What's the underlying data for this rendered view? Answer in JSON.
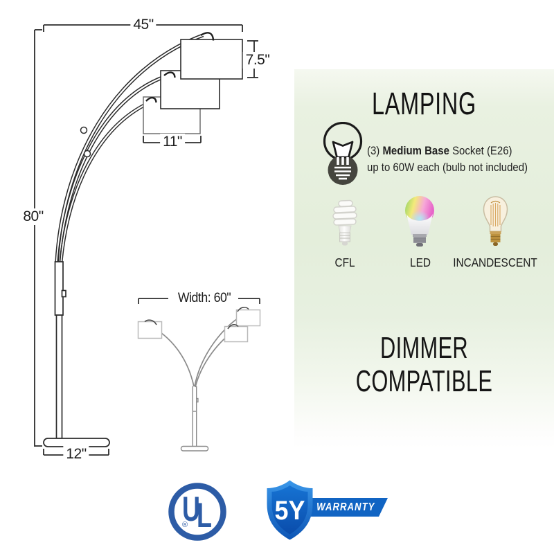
{
  "diagram": {
    "dim_top_width": "45\"",
    "dim_shade_height": "7.5\"",
    "dim_shade_width": "11\"",
    "dim_height": "80\"",
    "dim_base_width": "12\"",
    "small_view_width": "Width: 60\""
  },
  "lamping": {
    "title": "LAMPING",
    "socket_line1_prefix": "(3)",
    "socket_line1_bold": "Medium Base",
    "socket_line1_suffix": "Socket (E26)",
    "socket_line2": "up to 60W each (bulb not included)",
    "bulb_types": [
      {
        "label": "CFL"
      },
      {
        "label": "LED"
      },
      {
        "label": "INCANDESCENT"
      }
    ]
  },
  "dimmer": {
    "line1": "DIMMER",
    "line2": "COMPATIBLE"
  },
  "badges": {
    "ul_letter_u": "U",
    "ul_letter_l": "L",
    "ul_registered": "®",
    "warranty_years": "5Y",
    "warranty_label": "WARRANTY"
  },
  "colors": {
    "panel_green": "#e4eedb",
    "line_dark": "#2b2b2b",
    "ul_blue": "#2d5ca6",
    "shield_blue_light": "#3a97e9",
    "shield_blue_dark": "#0d55b5",
    "ribbon_blue": "#1164c3",
    "icon_socket_dark": "#45453e"
  }
}
